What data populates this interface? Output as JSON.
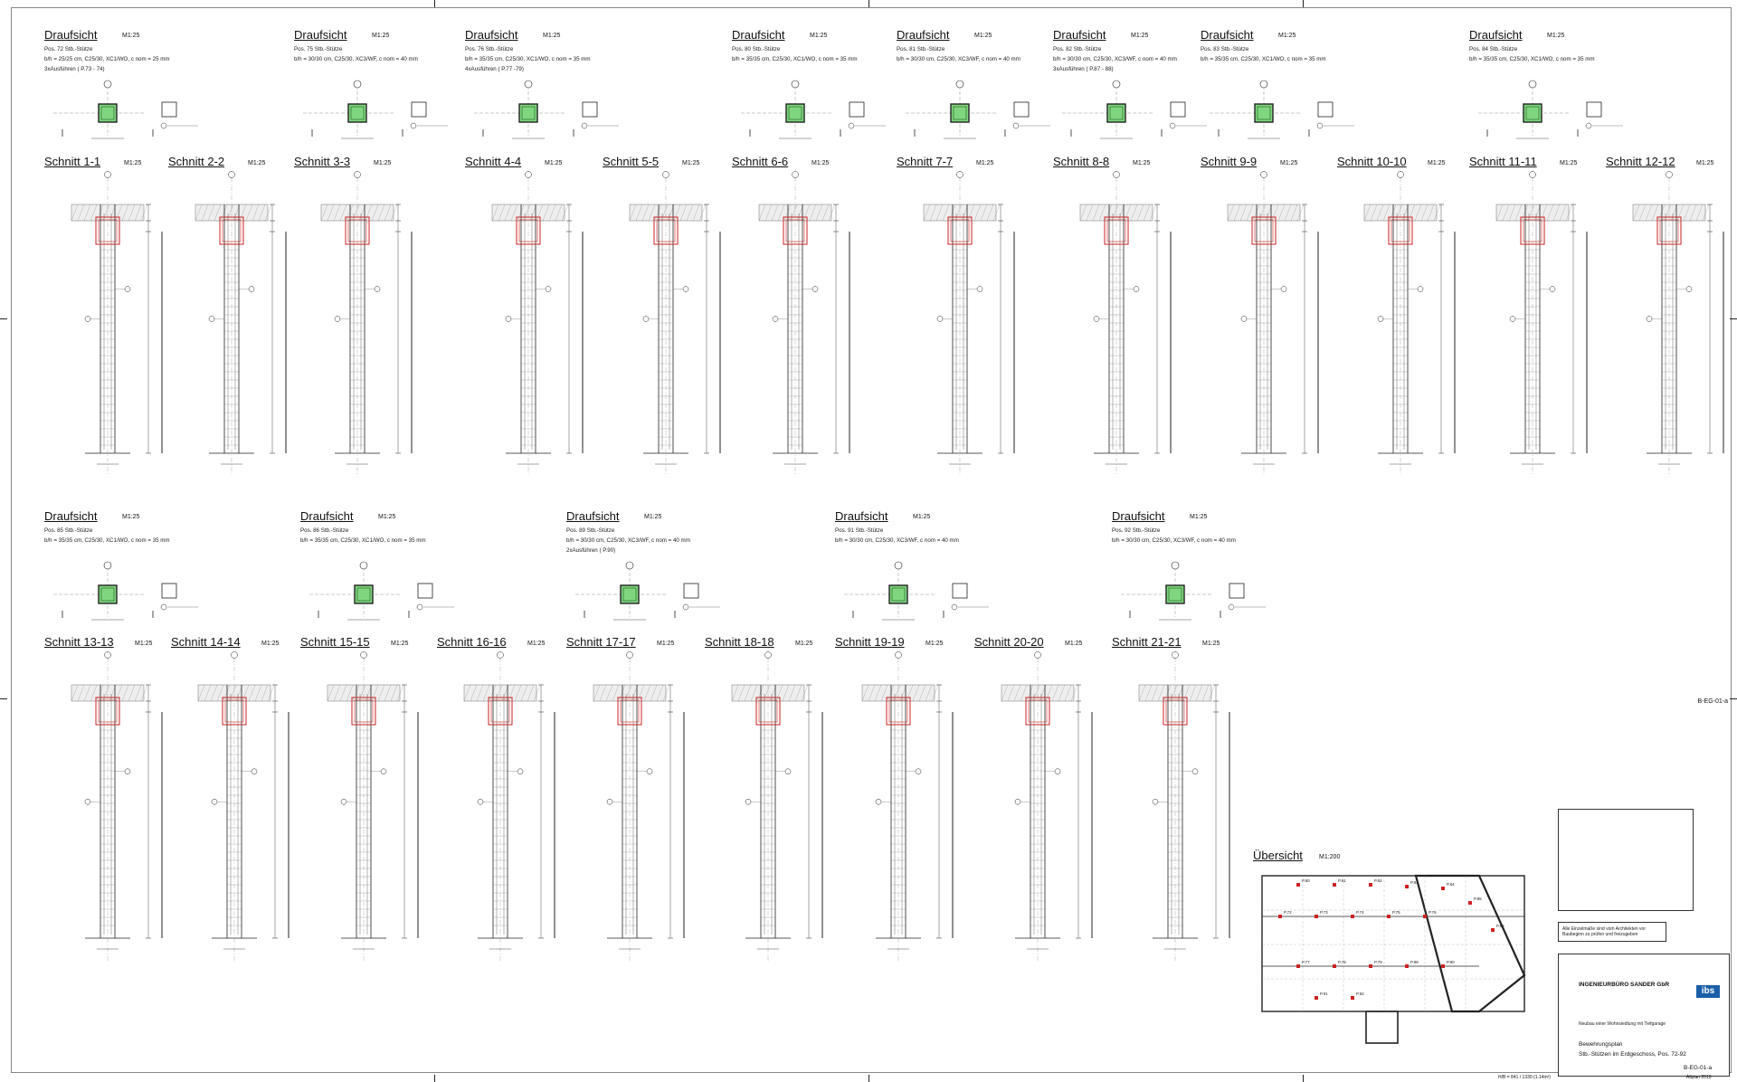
{
  "sheet": {
    "label": "B-EG-01-a",
    "footer_left": "H/B = 841 / 1330 (1.14m²)",
    "footer_right": "Allplan 2019"
  },
  "top_plans": [
    {
      "title": "Draufsicht",
      "scale": "M1:25",
      "pos": "Pos. 72 Stb.-Stütze",
      "spec": "b/h = 25/25 cm,  C25/30, XC1/WO,  c nom = 25 mm",
      "note": "3xAusführen ( P.73 - 74)"
    },
    {
      "title": "Draufsicht",
      "scale": "M1:25",
      "pos": "Pos. 75 Stb.-Stütze",
      "spec": "b/h = 30/30 cm,  C25/30, XC3/WF,  c nom = 40 mm",
      "note": ""
    },
    {
      "title": "Draufsicht",
      "scale": "M1:25",
      "pos": "Pos. 76 Stb.-Stütze",
      "spec": "b/h = 35/35 cm,  C25/30, XC1/WO,  c nom = 35 mm",
      "note": "4xAusführen ( P.77 -79)"
    },
    {
      "title": "Draufsicht",
      "scale": "M1:25",
      "pos": "Pos. 80 Stb.-Stütze",
      "spec": "b/h = 35/35 cm,  C25/30, XC1/WO,  c nom = 35 mm",
      "note": ""
    },
    {
      "title": "Draufsicht",
      "scale": "M1:25",
      "pos": "Pos. 81 Stb.-Stütze",
      "spec": "b/h = 30/30 cm,  C25/30, XC3/WF,  c nom = 40 mm",
      "note": ""
    },
    {
      "title": "Draufsicht",
      "scale": "M1:25",
      "pos": "Pos. 82 Stb.-Stütze",
      "spec": "b/h = 30/30 cm,  C25/30, XC3/WF,  c nom = 40 mm",
      "note": "3xAusführen ( P.87 - 88)"
    },
    {
      "title": "Draufsicht",
      "scale": "M1:25",
      "pos": "Pos. 83 Stb.-Stütze",
      "spec": "b/h = 35/35 cm,  C25/30, XC1/WO,  c nom = 35 mm",
      "note": ""
    },
    {
      "title": "Draufsicht",
      "scale": "M1:25",
      "pos": "Pos. 84 Stb.-Stütze",
      "spec": "b/h = 35/35 cm,  C25/30, XC1/WO,  c nom = 35 mm",
      "note": ""
    }
  ],
  "bottom_plans": [
    {
      "title": "Draufsicht",
      "scale": "M1:25",
      "pos": "Pos. 85 Stb.-Stütze",
      "spec": "b/h = 35/35 cm,  C25/30, XC1/WO,  c nom = 35 mm",
      "note": ""
    },
    {
      "title": "Draufsicht",
      "scale": "M1:25",
      "pos": "Pos. 86 Stb.-Stütze",
      "spec": "b/h = 35/35 cm,  C25/30, XC1/WO,  c nom = 35 mm",
      "note": ""
    },
    {
      "title": "Draufsicht",
      "scale": "M1:25",
      "pos": "Pos. 89 Stb.-Stütze",
      "spec": "b/h = 30/30 cm,  C25/30, XC3/WF,  c nom = 40 mm",
      "note": "2xAusführen ( P.90)"
    },
    {
      "title": "Draufsicht",
      "scale": "M1:25",
      "pos": "Pos. 91 Stb.-Stütze",
      "spec": "b/h = 30/30 cm,  C25/30, XC3/WF,  c nom = 40 mm",
      "note": ""
    },
    {
      "title": "Draufsicht",
      "scale": "M1:25",
      "pos": "Pos. 92 Stb.-Stütze",
      "spec": "b/h = 30/30 cm,  C25/30, XC3/WF,  c nom = 40 mm",
      "note": ""
    }
  ],
  "top_sections": [
    {
      "title": "Schnitt 1-1",
      "scale": "M1:25"
    },
    {
      "title": "Schnitt 2-2",
      "scale": "M1:25"
    },
    {
      "title": "Schnitt 3-3",
      "scale": "M1:25"
    },
    {
      "title": "Schnitt 4-4",
      "scale": "M1:25"
    },
    {
      "title": "Schnitt 5-5",
      "scale": "M1:25"
    },
    {
      "title": "Schnitt 6-6",
      "scale": "M1:25"
    },
    {
      "title": "Schnitt 7-7",
      "scale": "M1:25"
    },
    {
      "title": "Schnitt 8-8",
      "scale": "M1:25"
    },
    {
      "title": "Schnitt 9-9",
      "scale": "M1:25"
    },
    {
      "title": "Schnitt 10-10",
      "scale": "M1:25"
    },
    {
      "title": "Schnitt 11-11",
      "scale": "M1:25"
    },
    {
      "title": "Schnitt 12-12",
      "scale": "M1:25"
    }
  ],
  "bottom_sections": [
    {
      "title": "Schnitt 13-13",
      "scale": "M1:25"
    },
    {
      "title": "Schnitt 14-14",
      "scale": "M1:25"
    },
    {
      "title": "Schnitt 15-15",
      "scale": "M1:25"
    },
    {
      "title": "Schnitt 16-16",
      "scale": "M1:25"
    },
    {
      "title": "Schnitt 17-17",
      "scale": "M1:25"
    },
    {
      "title": "Schnitt 18-18",
      "scale": "M1:25"
    },
    {
      "title": "Schnitt 19-19",
      "scale": "M1:25"
    },
    {
      "title": "Schnitt 20-20",
      "scale": "M1:25"
    },
    {
      "title": "Schnitt 21-21",
      "scale": "M1:25"
    }
  ],
  "overview": {
    "title": "Übersicht",
    "scale": "M1:200",
    "pos_labels": [
      "P.80",
      "P.81",
      "P.82",
      "P.83",
      "P.84",
      "P.85",
      "P.86",
      "P.72",
      "P.73",
      "P.74",
      "P.75",
      "P.76",
      "P.77",
      "P.78",
      "P.79",
      "P.89",
      "P.90",
      "P.91",
      "P.92"
    ]
  },
  "title_block": {
    "office": "INGENIEURBÜRO SANDER GbR",
    "logo": "ibs",
    "project": "Neubau einer Wohnsiedlung mit Tiefgarage",
    "plan_type": "Bewehrungsplan",
    "plan_subject": "Stb.-Stützen im Erdgeschoss, Pos. 72-92",
    "plan_no": "B-EG-01-a",
    "note": "Alle Einzelmaße sind vom Architekten vor Baubeginn zu prüfen und freizugeben"
  },
  "colors": {
    "line": "#222222",
    "rebar": "#cc2222",
    "column_fill": "#7fd67f",
    "hatch": "#888888"
  }
}
